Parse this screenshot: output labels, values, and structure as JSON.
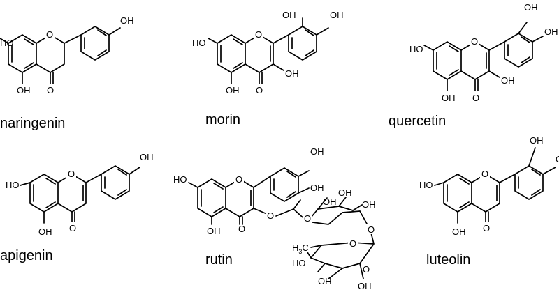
{
  "compounds": [
    {
      "name": "naringenin",
      "substituents": [
        "HO",
        "OH",
        "O",
        "O",
        "OH"
      ]
    },
    {
      "name": "morin",
      "substituents": [
        "HO",
        "OH",
        "OH",
        "O",
        "O",
        "OH",
        "OH"
      ]
    },
    {
      "name": "quercetin",
      "substituents": [
        "HO",
        "OH",
        "OH",
        "O",
        "O",
        "OH",
        "OH"
      ]
    },
    {
      "name": "apigenin",
      "substituents": [
        "HO",
        "OH",
        "O",
        "O",
        "OH"
      ]
    },
    {
      "name": "rutin",
      "substituents": [
        "HO",
        "OH",
        "OH",
        "O",
        "O",
        "OH",
        "O",
        "O",
        "O",
        "OH",
        "OH",
        "OH",
        "HO",
        "OH",
        "OH",
        "O",
        "O"
      ],
      "methyl_label": "H",
      "methyl_sub": "3",
      "methyl_suffix": "C"
    },
    {
      "name": "luteolin",
      "substituents": [
        "HO",
        "OH",
        "OH",
        "O",
        "O",
        "OH"
      ]
    }
  ]
}
